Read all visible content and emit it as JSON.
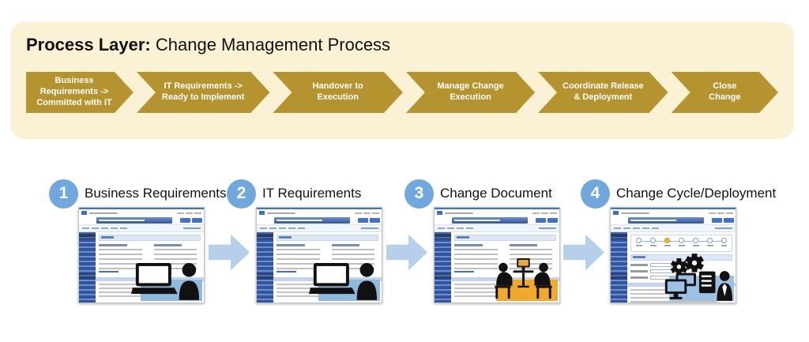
{
  "banner": {
    "title_bold": "Process Layer:",
    "title_rest": " Change Management Process",
    "bg_color": "#FBF1D4",
    "stage_color": "#B5932F",
    "stage_text_color": "#FFFFFF",
    "stages": [
      {
        "label": "Business\nRequirements ->\nCommitted with IT"
      },
      {
        "label": "IT Requirements ->\nReady to Implement"
      },
      {
        "label": "Handover to\nExecution"
      },
      {
        "label": "Manage Change\nExecution"
      },
      {
        "label": "Coordinate Release\n& Deployment"
      },
      {
        "label": "Close\nChange"
      }
    ]
  },
  "steps": [
    {
      "number": "1",
      "title": "Business Requirements",
      "icon": "laptop-user-icon",
      "highlight_color": "#8FBADF"
    },
    {
      "number": "2",
      "title": "IT Requirements",
      "icon": "laptop-user-icon",
      "highlight_color": "#8FBADF"
    },
    {
      "number": "3",
      "title": "Change Document",
      "icon": "meeting-icon",
      "highlight_color": "#F0A82D"
    },
    {
      "number": "4",
      "title": "Change Cycle/Deployment",
      "icon": "systems-gears-user-icon",
      "highlight_color": "#9DC1E5"
    }
  ],
  "colors": {
    "step_badge_blue": "#70A7DC",
    "flow_arrow_blue": "#B7D0EA",
    "thumbnail_sidebar_blue": "#2E55A3",
    "thumbnail_titlebar_blue": "#33549B"
  }
}
